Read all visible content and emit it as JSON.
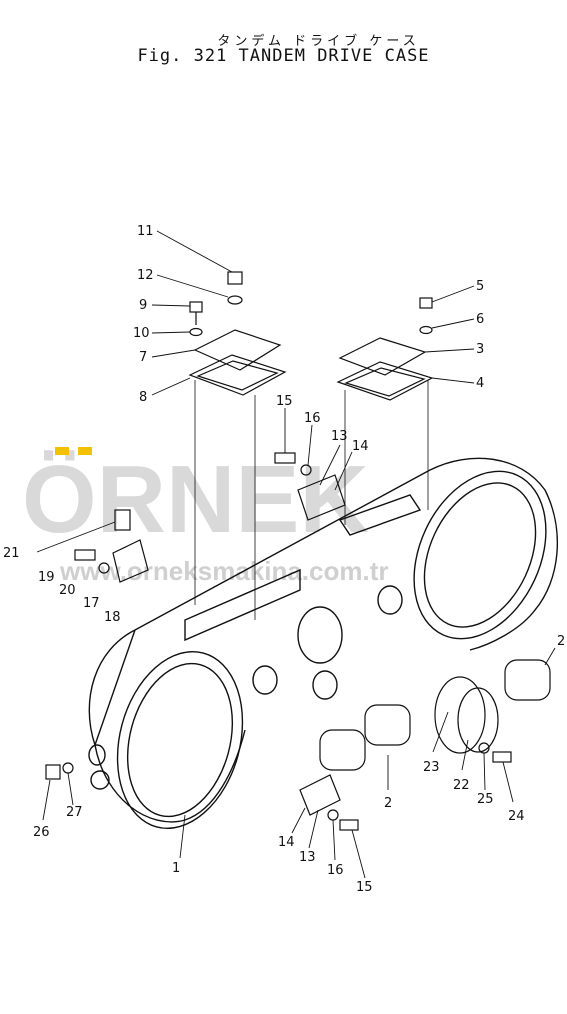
{
  "header": {
    "title_jp": "タンデム ドライブ ケース",
    "title_en": "Fig. 321 TANDEM DRIVE CASE"
  },
  "watermark": {
    "brand": "ÖRNEK",
    "url": "www.orneksmakina.com.tr",
    "accent": "#f2c200",
    "gray": "#d9d9d9"
  },
  "callouts": {
    "n1": "1",
    "n2a": "2",
    "n2b": "2",
    "n3": "3",
    "n4": "4",
    "n5": "5",
    "n6": "6",
    "n7": "7",
    "n8": "8",
    "n9": "9",
    "n10": "10",
    "n11": "11",
    "n12": "12",
    "n13a": "13",
    "n13b": "13",
    "n14a": "14",
    "n14b": "14",
    "n15a": "15",
    "n15b": "15",
    "n16a": "16",
    "n16b": "16",
    "n17": "17",
    "n18": "18",
    "n19": "19",
    "n20": "20",
    "n21": "21",
    "n22": "22",
    "n23": "23",
    "n24": "24",
    "n25": "25",
    "n26": "26",
    "n27": "27"
  }
}
